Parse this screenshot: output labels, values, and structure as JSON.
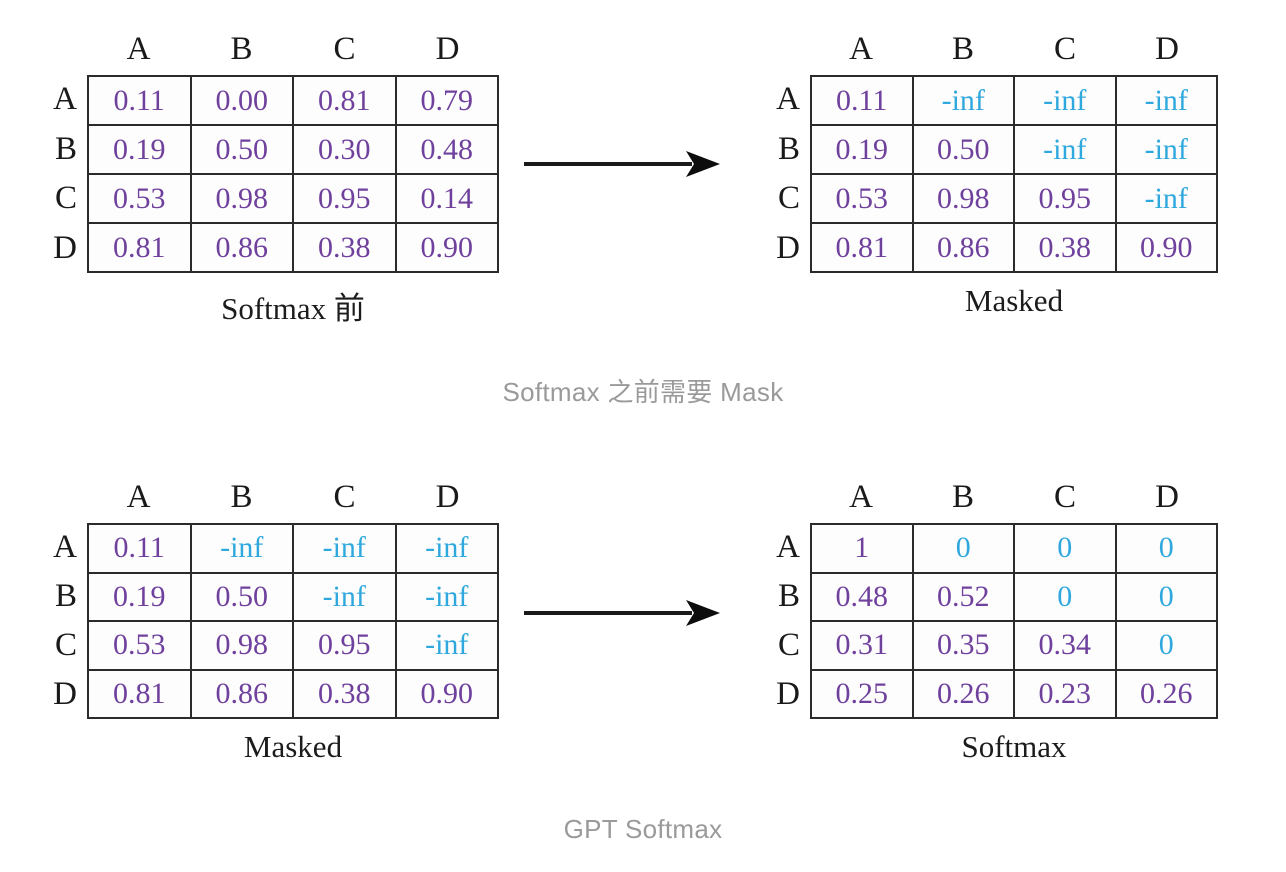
{
  "page": {
    "background": "#ffffff",
    "value_color": "#6f419d",
    "masked_color": "#2fa8dd",
    "border_color": "#2b2b2b",
    "note_color": "#9a9a9a"
  },
  "notes": {
    "top": "Softmax 之前需要 Mask",
    "bottom": "GPT Softmax"
  },
  "arrows": {
    "top_label": "transform-arrow",
    "bottom_label": "transform-arrow"
  },
  "matrices": [
    {
      "id": "pre-softmax",
      "caption": "Softmax 前",
      "col_headers": [
        "A",
        "B",
        "C",
        "D"
      ],
      "row_headers": [
        "A",
        "B",
        "C",
        "D"
      ],
      "rows": [
        [
          {
            "v": "0.11",
            "masked": false
          },
          {
            "v": "0.00",
            "masked": false
          },
          {
            "v": "0.81",
            "masked": false
          },
          {
            "v": "0.79",
            "masked": false
          }
        ],
        [
          {
            "v": "0.19",
            "masked": false
          },
          {
            "v": "0.50",
            "masked": false
          },
          {
            "v": "0.30",
            "masked": false
          },
          {
            "v": "0.48",
            "masked": false
          }
        ],
        [
          {
            "v": "0.53",
            "masked": false
          },
          {
            "v": "0.98",
            "masked": false
          },
          {
            "v": "0.95",
            "masked": false
          },
          {
            "v": "0.14",
            "masked": false
          }
        ],
        [
          {
            "v": "0.81",
            "masked": false
          },
          {
            "v": "0.86",
            "masked": false
          },
          {
            "v": "0.38",
            "masked": false
          },
          {
            "v": "0.90",
            "masked": false
          }
        ]
      ]
    },
    {
      "id": "masked-top",
      "caption": "Masked",
      "col_headers": [
        "A",
        "B",
        "C",
        "D"
      ],
      "row_headers": [
        "A",
        "B",
        "C",
        "D"
      ],
      "rows": [
        [
          {
            "v": "0.11",
            "masked": false
          },
          {
            "v": "-inf",
            "masked": true
          },
          {
            "v": "-inf",
            "masked": true
          },
          {
            "v": "-inf",
            "masked": true
          }
        ],
        [
          {
            "v": "0.19",
            "masked": false
          },
          {
            "v": "0.50",
            "masked": false
          },
          {
            "v": "-inf",
            "masked": true
          },
          {
            "v": "-inf",
            "masked": true
          }
        ],
        [
          {
            "v": "0.53",
            "masked": false
          },
          {
            "v": "0.98",
            "masked": false
          },
          {
            "v": "0.95",
            "masked": false
          },
          {
            "v": "-inf",
            "masked": true
          }
        ],
        [
          {
            "v": "0.81",
            "masked": false
          },
          {
            "v": "0.86",
            "masked": false
          },
          {
            "v": "0.38",
            "masked": false
          },
          {
            "v": "0.90",
            "masked": false
          }
        ]
      ]
    },
    {
      "id": "masked-bottom",
      "caption": "Masked",
      "col_headers": [
        "A",
        "B",
        "C",
        "D"
      ],
      "row_headers": [
        "A",
        "B",
        "C",
        "D"
      ],
      "rows": [
        [
          {
            "v": "0.11",
            "masked": false
          },
          {
            "v": "-inf",
            "masked": true
          },
          {
            "v": "-inf",
            "masked": true
          },
          {
            "v": "-inf",
            "masked": true
          }
        ],
        [
          {
            "v": "0.19",
            "masked": false
          },
          {
            "v": "0.50",
            "masked": false
          },
          {
            "v": "-inf",
            "masked": true
          },
          {
            "v": "-inf",
            "masked": true
          }
        ],
        [
          {
            "v": "0.53",
            "masked": false
          },
          {
            "v": "0.98",
            "masked": false
          },
          {
            "v": "0.95",
            "masked": false
          },
          {
            "v": "-inf",
            "masked": true
          }
        ],
        [
          {
            "v": "0.81",
            "masked": false
          },
          {
            "v": "0.86",
            "masked": false
          },
          {
            "v": "0.38",
            "masked": false
          },
          {
            "v": "0.90",
            "masked": false
          }
        ]
      ]
    },
    {
      "id": "softmax-result",
      "caption": "Softmax",
      "col_headers": [
        "A",
        "B",
        "C",
        "D"
      ],
      "row_headers": [
        "A",
        "B",
        "C",
        "D"
      ],
      "rows": [
        [
          {
            "v": "1",
            "masked": false
          },
          {
            "v": "0",
            "masked": true
          },
          {
            "v": "0",
            "masked": true
          },
          {
            "v": "0",
            "masked": true
          }
        ],
        [
          {
            "v": "0.48",
            "masked": false
          },
          {
            "v": "0.52",
            "masked": false
          },
          {
            "v": "0",
            "masked": true
          },
          {
            "v": "0",
            "masked": true
          }
        ],
        [
          {
            "v": "0.31",
            "masked": false
          },
          {
            "v": "0.35",
            "masked": false
          },
          {
            "v": "0.34",
            "masked": false
          },
          {
            "v": "0",
            "masked": true
          }
        ],
        [
          {
            "v": "0.25",
            "masked": false
          },
          {
            "v": "0.26",
            "masked": false
          },
          {
            "v": "0.23",
            "masked": false
          },
          {
            "v": "0.26",
            "masked": false
          }
        ]
      ]
    }
  ]
}
